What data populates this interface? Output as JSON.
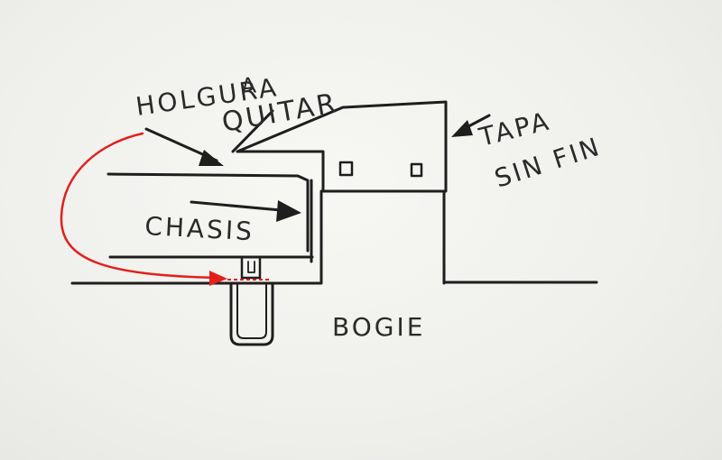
{
  "labels": {
    "holgura": "HOLGURA",
    "a": "A",
    "quitar": "QUITAR",
    "chasis": "CHASIS",
    "tapa": "TAPA",
    "sinfin": "SIN FIN",
    "bogie": "BOGIE"
  },
  "colors": {
    "ink": "#1e1e1e",
    "red_arrow": "#e0211c",
    "paper": "#f1f1ee"
  }
}
